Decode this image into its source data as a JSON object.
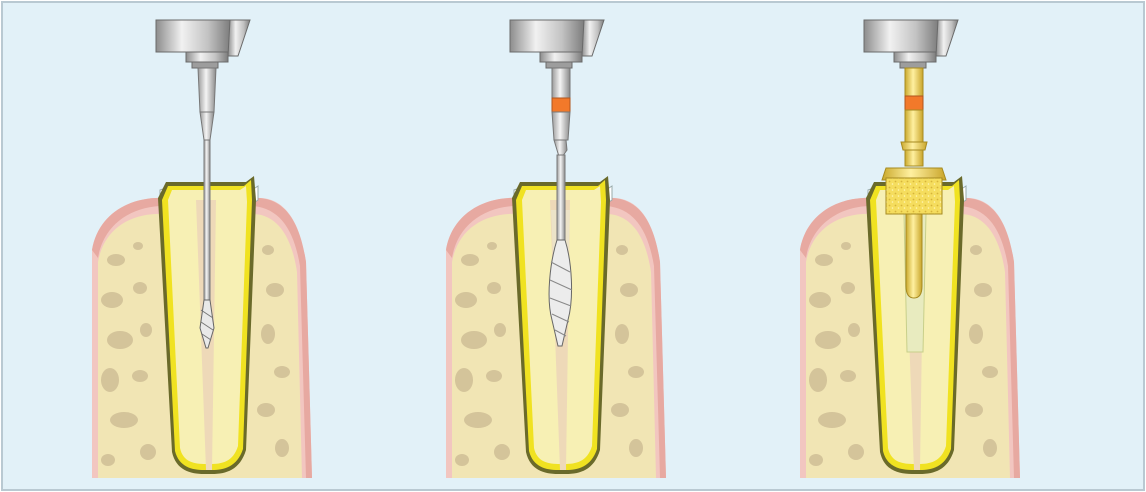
{
  "figure": {
    "panel_count": 3,
    "panels": [
      {
        "instrument": "narrow-drill",
        "depth_marker": false
      },
      {
        "instrument": "widening-drill",
        "depth_marker": true
      },
      {
        "instrument": "post-space-drill-with-stop",
        "depth_marker": true
      }
    ]
  },
  "colors": {
    "background": "#e2f1f8",
    "border": "#b9c9d2",
    "gum": "#f2c6c0",
    "gum_edge": "#e7a9a1",
    "bone": "#f1e5b4",
    "bone_pore": "#d4c49a",
    "dentin": "#f7f0b4",
    "root_outline": "#f0e221",
    "root_outline_dark": "#6a6a2a",
    "canal": "#eed9b8",
    "metal": "#c9c9c9",
    "metal_dark": "#7f7f7f",
    "depth_marker": "#f2792a",
    "gold": "#f6df55",
    "gold_dark": "#c8a92a"
  }
}
